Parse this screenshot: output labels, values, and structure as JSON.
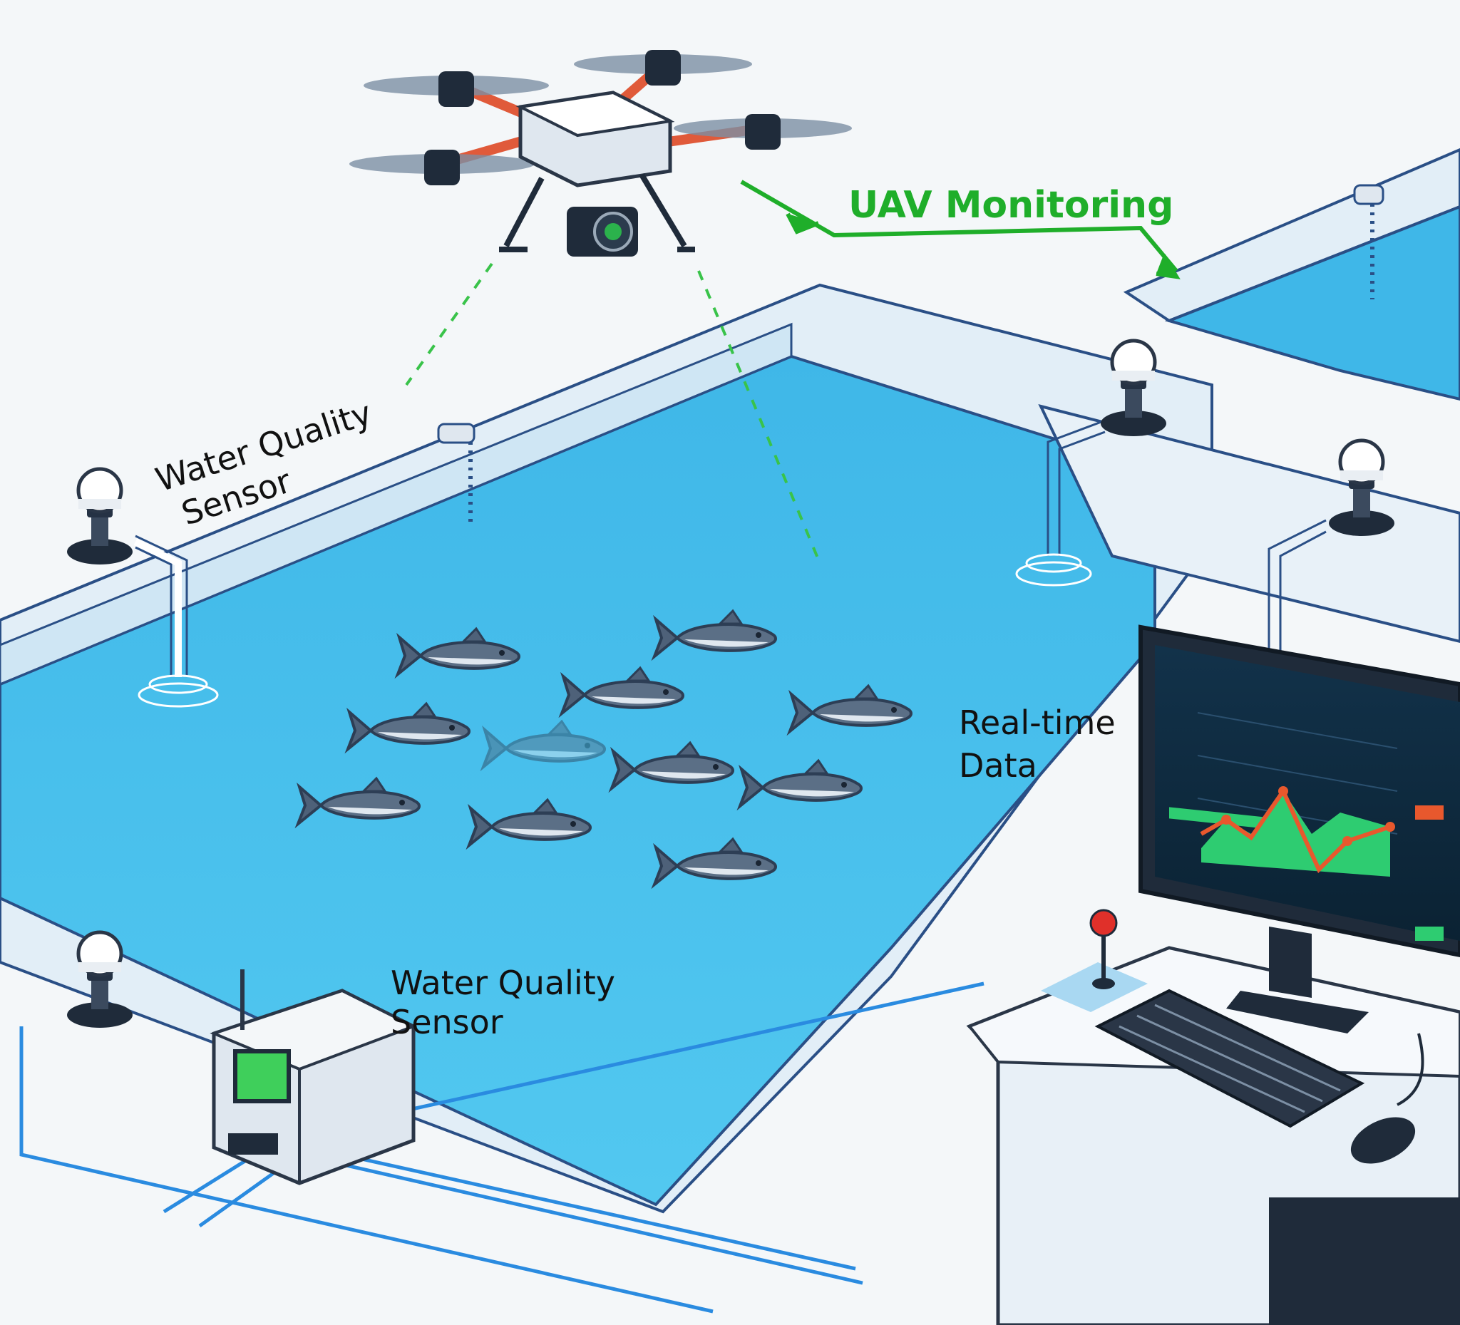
{
  "labels": {
    "uav_monitoring": "UAV Monitoring",
    "water_quality_sensor_top_line1": "Water Quality",
    "water_quality_sensor_top_line2": "Sensor",
    "water_quality_sensor_bottom_line1": "Water Quality",
    "water_quality_sensor_bottom_line2": "Sensor",
    "realtime_data_line1": "Real-time",
    "realtime_data_line2": "Data"
  },
  "colors": {
    "water": "#45c2ec",
    "water_deep": "#2aa6dc",
    "pond_wall": "#e6f1f8",
    "outline": "#2a4f86",
    "arrow_green": "#1fae2a",
    "chart_line": "#e8582d",
    "chart_fill": "#2ecc71",
    "screen_bg": "#0f2a3b",
    "fish_body": "#5b6f86",
    "drone_arm": "#e05a3a"
  },
  "icons": {
    "drone": "drone-icon",
    "sensor": "sensor-probe-icon",
    "controller": "control-box-icon",
    "monitor": "monitor-icon",
    "keyboard": "keyboard-icon",
    "mouse": "mouse-icon",
    "joystick": "joystick-icon",
    "fish": "fish-icon"
  }
}
